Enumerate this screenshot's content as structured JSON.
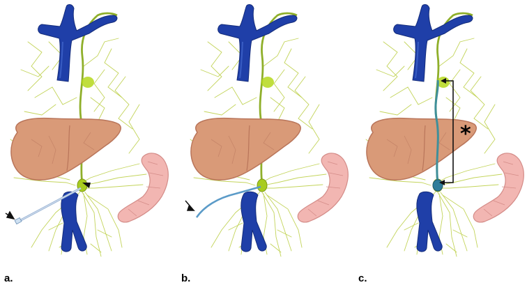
{
  "panels": [
    {
      "label": "a.",
      "procedure": "needle-puncture"
    },
    {
      "label": "b.",
      "procedure": "catheter-in-cisterna-chyli"
    },
    {
      "label": "c.",
      "procedure": "thoracic-duct-embolization"
    }
  ],
  "annotations": {
    "asterisk": "*"
  },
  "colors": {
    "vein": "#1f3fa8",
    "vein_highlight": "#4a6fd6",
    "lymphatic": "#b8cc4a",
    "thoracic_duct": "#8faf2a",
    "lymph_node": "#b5d81c",
    "liver": "#d99a78",
    "liver_outline": "#b9755a",
    "bowel": "#f2b6b2",
    "catheter": "#5b9bc8",
    "embolized_duct": "#3f8f9a",
    "needle": "#9bb5d6",
    "arrow": "#111111"
  }
}
